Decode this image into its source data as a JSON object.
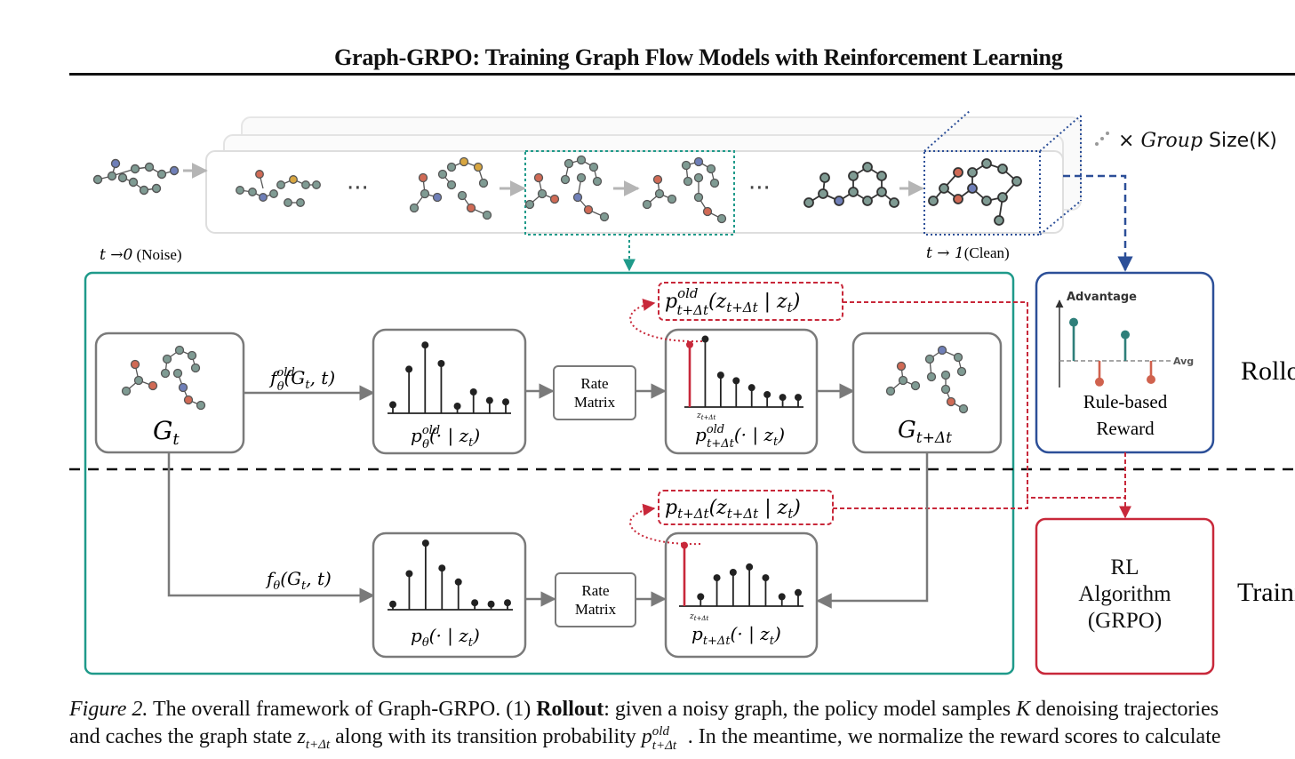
{
  "header": {
    "title": "Graph-GRPO: Training Graph Flow Models with Reinforcement Learning"
  },
  "figure": {
    "trajectory": {
      "start_label_t": "t →0",
      "start_label_text": "(Noise)",
      "end_label_t": "t → 1",
      "end_label_text": "(Clean)",
      "ellipsis": "···",
      "group_size_prefix": "× ",
      "group_size_math": "Group",
      "group_size_text": " Size(K)"
    },
    "rollout": {
      "gt_label": "G",
      "gt_sub": "t",
      "f_old_label": "f",
      "f_old_sup": "old",
      "f_old_sub": "θ",
      "f_old_args": "(G",
      "f_old_args_sub": "t",
      "f_old_args_end": ", t)",
      "p_theta_old_label": "p",
      "p_theta_old_sup": "old",
      "p_theta_old_sub": "θ",
      "p_theta_old_args": "(· | z",
      "p_theta_old_args_sub": "t",
      "p_theta_old_args_end": ")",
      "rate_matrix_line1": "Rate",
      "rate_matrix_line2": "Matrix",
      "p_old_label": "p",
      "p_old_sup": "old",
      "p_old_sub": "t+Δt",
      "p_old_args": "(· | z",
      "p_old_args_sub": "t",
      "p_old_args_end": ")",
      "z_marker": "z",
      "z_marker_sub": "t+Δt",
      "gtdt_label": "G",
      "gtdt_sub": "t+Δt",
      "cached_p": "p",
      "cached_sup": "old",
      "cached_sub": "t+Δt",
      "cached_args": "(z",
      "cached_args_sub": "t+Δt",
      "cached_bar": " | z",
      "cached_bar_sub": "t",
      "cached_end": ")",
      "section_label": "Rollout"
    },
    "reward": {
      "axis_label": "Advantage",
      "avg_label": "Avg",
      "line1": "Rule-based",
      "line2": "Reward"
    },
    "training": {
      "f_label": "f",
      "f_sub": "θ",
      "f_args": "(G",
      "f_args_sub": "t",
      "f_args_end": ", t)",
      "p_theta_label": "p",
      "p_theta_sub": "θ",
      "p_theta_args": "(· | z",
      "p_theta_args_sub": "t",
      "p_theta_args_end": ")",
      "rate_matrix_line1": "Rate",
      "rate_matrix_line2": "Matrix",
      "p_label": "p",
      "p_sub": "t+Δt",
      "p_args": "(· | z",
      "p_args_sub": "t",
      "p_args_end": ")",
      "z_marker": "z",
      "z_marker_sub": "t+Δt",
      "new_p": "p",
      "new_sub": "t+Δt",
      "new_args": "(z",
      "new_args_sub": "t+Δt",
      "new_bar": " | z",
      "new_bar_sub": "t",
      "new_end": ")",
      "section_label": "Training"
    },
    "rl": {
      "line1": "RL",
      "line2": "Algorithm",
      "line3": "(GRPO)"
    },
    "stems": {
      "rollout_policy": [
        0.12,
        0.62,
        0.96,
        0.7,
        0.1,
        0.3,
        0.18,
        0.16
      ],
      "rollout_sampled": [
        0.9,
        0.98,
        0.46,
        0.38,
        0.28,
        0.18,
        0.14,
        0.14
      ],
      "train_policy": [
        0.08,
        0.52,
        0.96,
        0.6,
        0.4,
        0.1,
        0.08,
        0.1
      ],
      "train_sampled": [
        0.9,
        0.14,
        0.42,
        0.5,
        0.58,
        0.42,
        0.14,
        0.2
      ],
      "advantage": [
        0.62,
        -0.34,
        0.42,
        -0.3
      ]
    },
    "colors": {
      "teal": "#1f9a8a",
      "blue": "#2c4f98",
      "red": "#c8283a",
      "gray_box": "#7a7a7a",
      "node_gray": "#7f9b93",
      "node_red": "#d06a55",
      "node_blue": "#6f7fb8",
      "node_yellow": "#d8a640",
      "stem_dark": "#222222",
      "stem_red": "#c8283a",
      "adv_teal": "#2f7f7a",
      "adv_red": "#d0624e"
    }
  },
  "caption": {
    "line1_label": "Figure 2.",
    "line1_a": " The overall framework of Graph-GRPO. (1) ",
    "line1_b": "Rollout",
    "line1_c": ": given a noisy graph, the policy model samples ",
    "line1_k": "K",
    "line1_d": " denoising trajectories",
    "line2_a": "and caches the graph state ",
    "line2_z": "z",
    "line2_z_sub": "t+Δt",
    "line2_b": " along with its transition probability ",
    "line2_p": "p",
    "line2_p_sup": "old",
    "line2_p_sub": "t+Δt",
    "line2_c": ". In the meantime, we normalize the reward scores to calculate"
  }
}
